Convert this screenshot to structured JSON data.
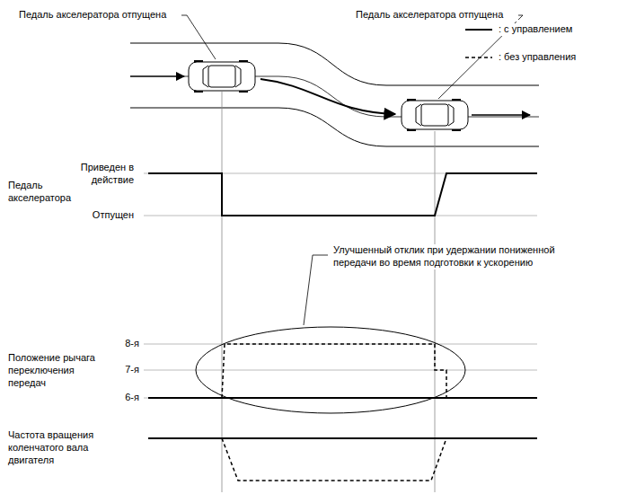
{
  "diagram": {
    "labels": [
      "Педаль акселератора отпущена",
      "Педаль акселератора отпущена",
      "Приведен в действие",
      "Отпущен",
      "Педаль акселератора",
      "Улучшенный отклик при удержании пониженной передачи во время подготовки к ускорению",
      "8-я",
      "7-я",
      "6-я",
      "Положение рычага переключения передач",
      "Частота вращения коленчатого вала двигателя"
    ],
    "legend": [
      {
        "text": ": с управлением"
      },
      {
        "text": ": без управления"
      }
    ]
  }
}
